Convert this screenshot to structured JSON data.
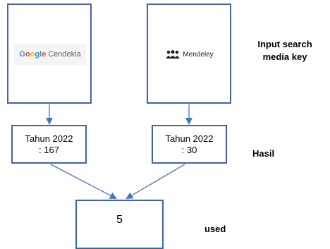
{
  "sources": {
    "google": {
      "logo_letters": [
        "G",
        "o",
        "o",
        "g",
        "l",
        "e"
      ],
      "logo_suffix": "Cendekia",
      "brand_colors": [
        "#4285f4",
        "#ea4335",
        "#fbbc05",
        "#4285f4",
        "#34a853",
        "#ea4335"
      ],
      "icon": "google-cendekia-logo"
    },
    "mendeley": {
      "logo_text": "Mendeley",
      "icon": "mendeley-people-icon"
    }
  },
  "results": {
    "google": {
      "line1": "Tahun 2022",
      "line2": ": 167"
    },
    "mendeley": {
      "line1": "Tahun 2022",
      "line2": ": 30"
    }
  },
  "used": {
    "value": "5"
  },
  "labels": {
    "input_line1": "Input search",
    "input_line2": "media key",
    "hasil": "Hasil",
    "used": "used"
  },
  "colors": {
    "box_border": "#3f63ad",
    "arrow": "#4472c4"
  }
}
